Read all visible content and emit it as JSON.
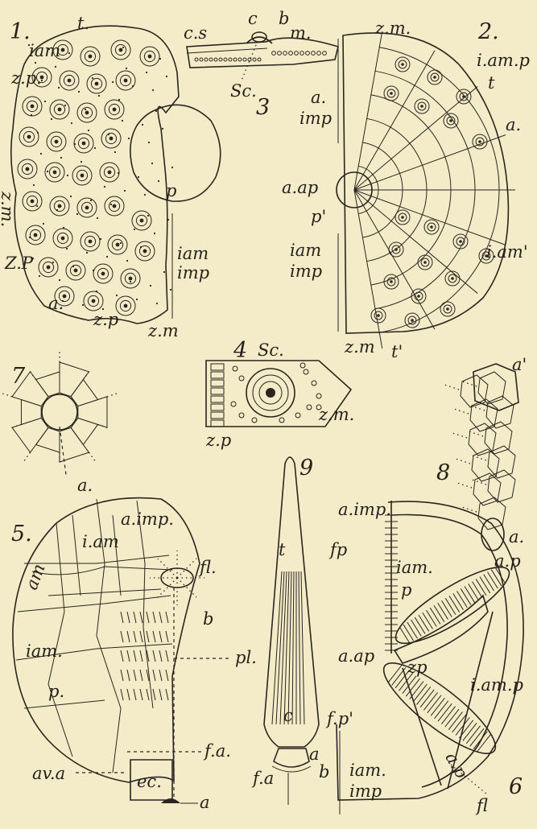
{
  "figures": {
    "fig1": {
      "number": "1.",
      "labels": {
        "t": "t.",
        "iam": "iam",
        "zp_top": "z.p.",
        "p": "p",
        "zm": "z.m.",
        "zp_left": "Z.P",
        "iam_imp_1": "iam",
        "iam_imp_2": "imp",
        "a": "a.",
        "zp_bottom": "z.p",
        "zm_bottom": "z.m"
      }
    },
    "fig2": {
      "number": "2.",
      "labels": {
        "zm_top": "z.m.",
        "iamp": "i.am.p",
        "t": "t",
        "a_imp_1": "a.",
        "a_imp_2": "imp",
        "a_right": "a.",
        "a_ap": "a.ap",
        "p_prime": "p'",
        "iam_imp_1": "iam",
        "iam_imp_2": "imp",
        "iam_prime": "i.am'",
        "zm_bottom": "z.m",
        "t_prime": "t'"
      }
    },
    "fig3": {
      "number": "3",
      "labels": {
        "c": "c",
        "b": "b",
        "cs": "c.s",
        "m": "m.",
        "sc": "Sc."
      }
    },
    "fig4": {
      "number": "4",
      "labels": {
        "sc": "Sc.",
        "zm": "z.m.",
        "zp": "z.p"
      }
    },
    "fig5": {
      "number": "5.",
      "labels": {
        "a_imp": "a.imp.",
        "iam_1": "i.am",
        "am": "am",
        "fl": "fl.",
        "b": "b",
        "iam_2": "iam.",
        "p": "p.",
        "pl": "pl.",
        "fa": "f.a.",
        "ava": "av.a",
        "ec": "ec.",
        "a": "a"
      }
    },
    "fig6": {
      "number": "6",
      "labels": {
        "a_imp": "a.imp.",
        "fp": "fp",
        "iam": "iam.",
        "p": "p",
        "ap": "a.p",
        "a_ap": "a.ap",
        "zp": "zp",
        "iamp": "i.am.p",
        "fp_prime": "f.p'",
        "iam_imp_1": "iam.",
        "iam_imp_2": "imp",
        "ap_bottom": "a.p",
        "fl": "fl"
      }
    },
    "fig7": {
      "number": "7",
      "labels": {
        "a": "a."
      }
    },
    "fig8": {
      "number": "8",
      "labels": {
        "a_top": "a'",
        "a_bottom": "a."
      }
    },
    "fig9": {
      "number": "9",
      "labels": {
        "t": "t",
        "c": "c",
        "a": "a",
        "b": "b",
        "fa": "f.a"
      }
    }
  }
}
